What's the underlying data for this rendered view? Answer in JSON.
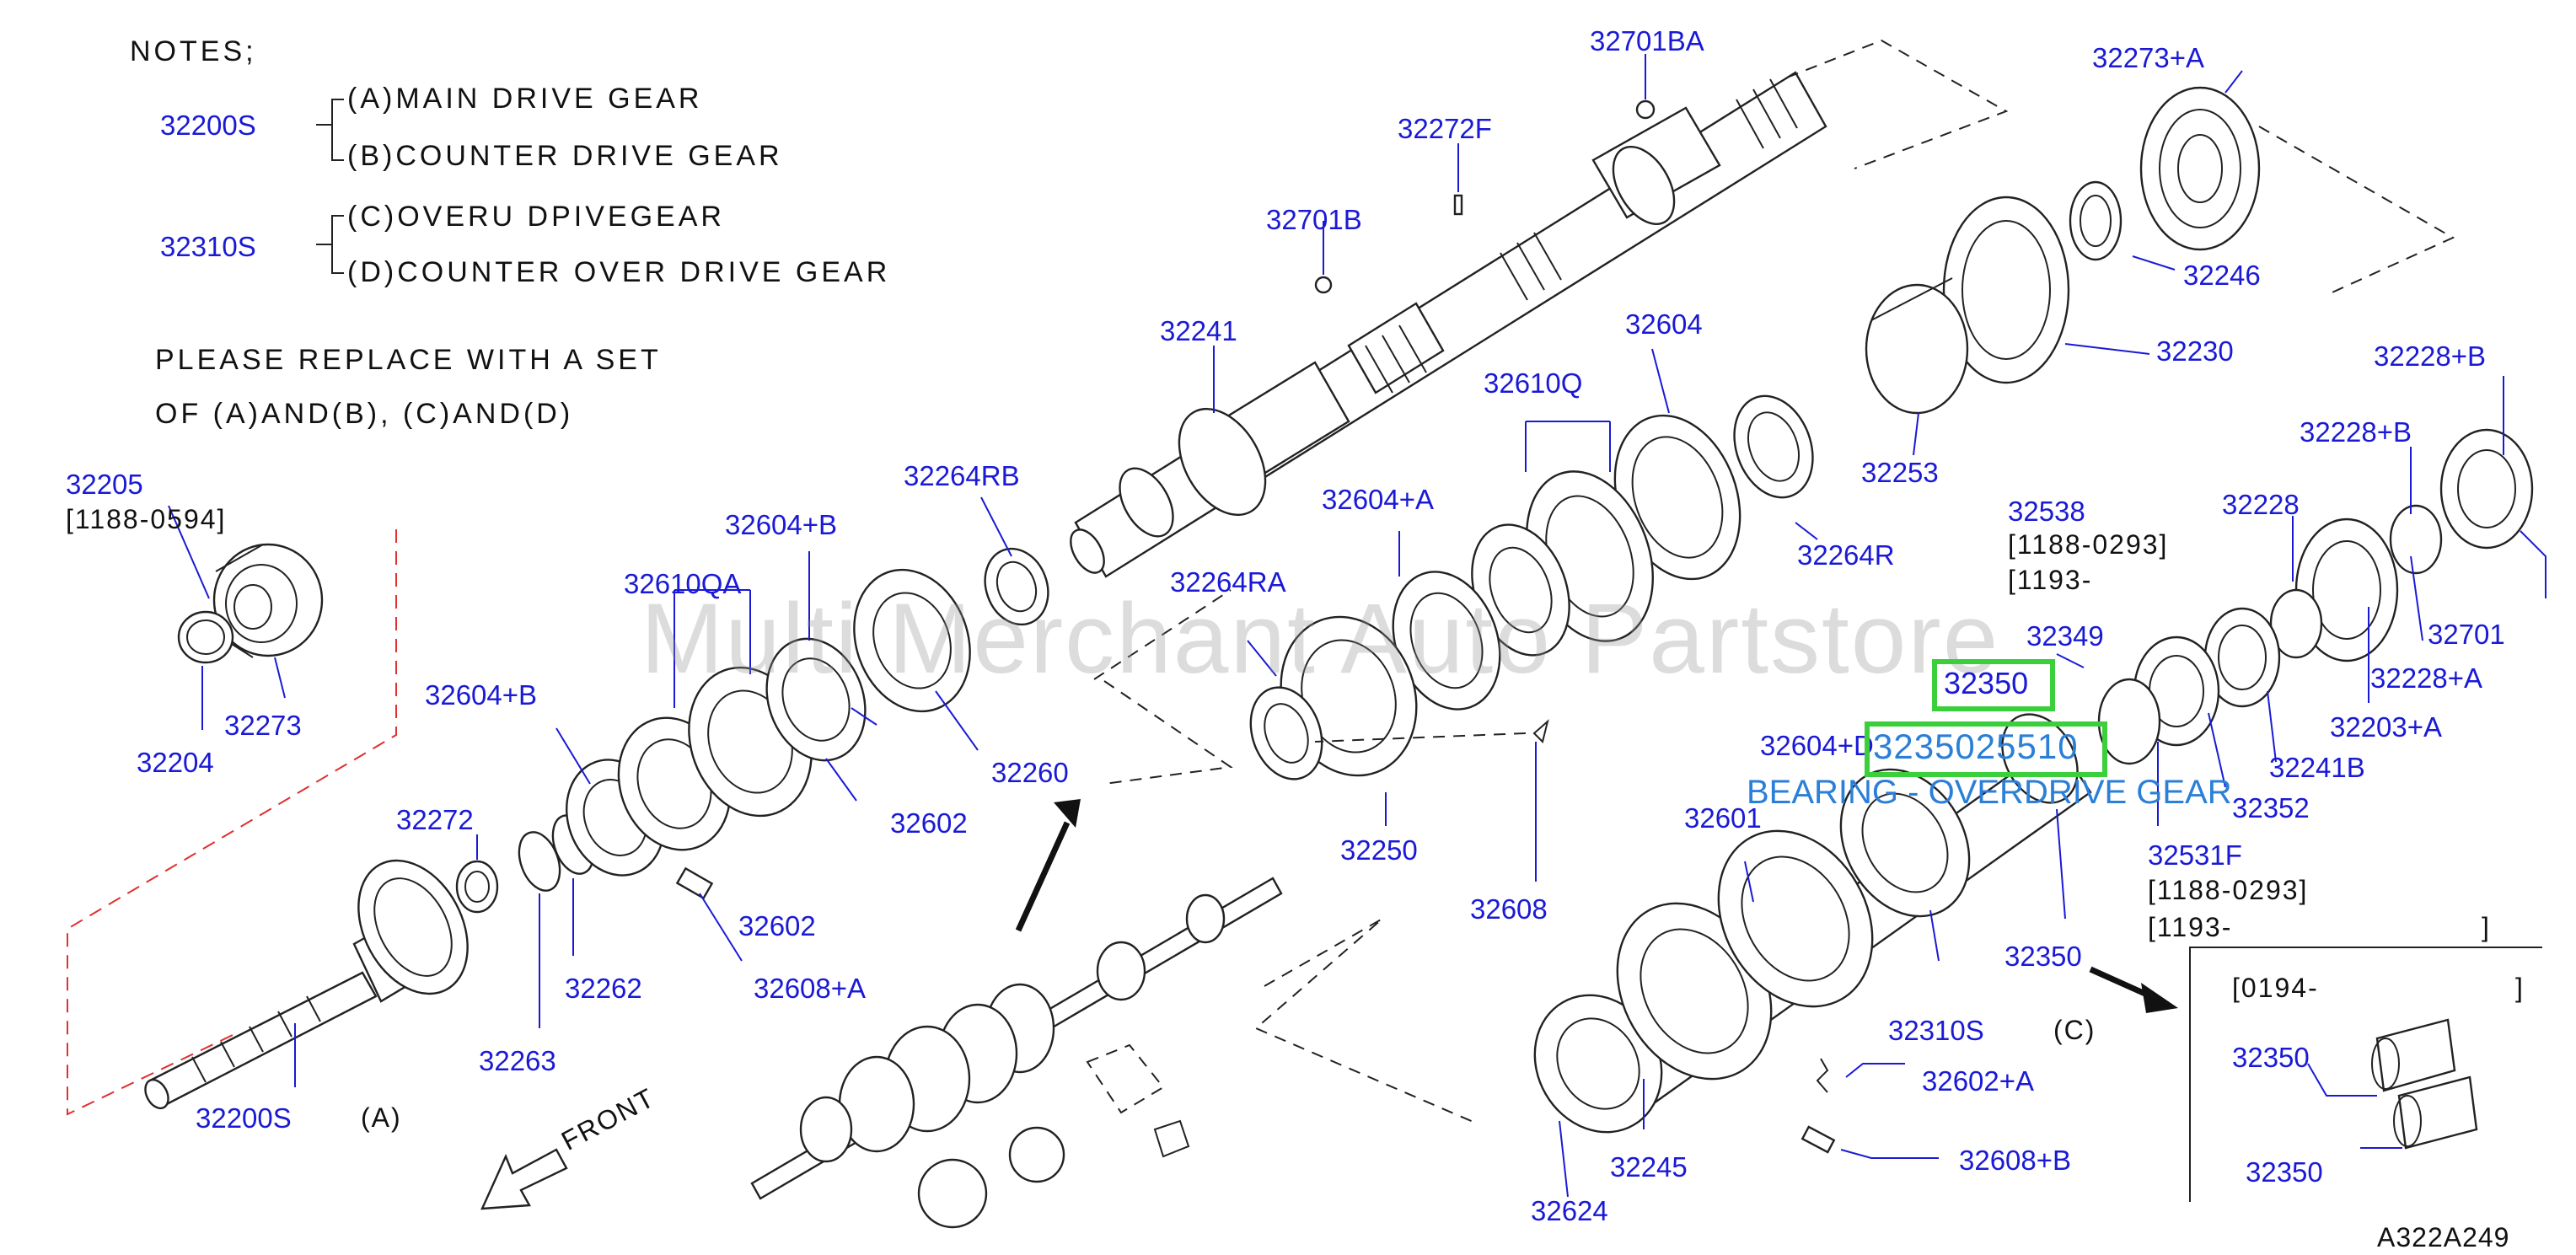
{
  "notes": {
    "heading": "NOTES;",
    "group1_code": "32200S",
    "group1_a": "(A)MAIN  DRIVE  GEAR",
    "group1_b": "(B)COUNTER  DRIVE  GEAR",
    "group2_code": "32310S",
    "group2_c": "(C)OVERU  DPIVEGEAR",
    "group2_d": "(D)COUNTER  OVER  DRIVE  GEAR",
    "replace_line1": "PLEASE  REPLACE  WITH  A  SET",
    "replace_line2": "OF  (A)AND(B),  (C)AND(D)"
  },
  "labels": {
    "p32205": "32205",
    "p32205_range": "[1188-0594]",
    "p32273a": "32273",
    "p32204": "32204",
    "p32604b_1": "32604+B",
    "p32272": "32272",
    "p32263": "32263",
    "p32262": "32262",
    "p32200s": "32200S",
    "mark_a": "(A)",
    "p32610qa": "32610QA",
    "p32604b_2": "32604+B",
    "p32264rb": "32264RB",
    "p32602_1": "32602",
    "p32602_2": "32602",
    "p32260": "32260",
    "p32608a": "32608+A",
    "front": "FRONT",
    "p32701ba": "32701BA",
    "p32272f": "32272F",
    "p32701b": "32701B",
    "p32241": "32241",
    "p32264ra": "32264RA",
    "p32604a": "32604+A",
    "p32610q": "32610Q",
    "p32604": "32604",
    "p32250": "32250",
    "p32608": "32608",
    "p32264r": "32264R",
    "p32273b": "32273+A",
    "p32246": "32246",
    "p32230": "32230",
    "p32253": "32253",
    "p32228b_1": "32228+B",
    "p32228b_2": "32228+B",
    "p32228": "32228",
    "p32538": "32538",
    "p32538_r1": "[1188-0293]",
    "p32538_r2": "[1193-",
    "p32349": "32349",
    "p32701": "32701",
    "p32228a": "32228+A",
    "p32203a": "32203+A",
    "p32241b": "32241B",
    "p32352": "32352",
    "p32604d": "32604+D",
    "p32601": "32601",
    "p32531f": "32531F",
    "p32531f_r1": "[1188-0293]",
    "p32531f_r2": "[1193-",
    "p32531f_r2_end": "]",
    "p32350_1": "32350",
    "p32310s": "32310S",
    "mark_c": "(C)",
    "p32602a": "32602+A",
    "p32608b": "32608+B",
    "p32245": "32245",
    "p32624": "32624",
    "inset_range": "[0194-",
    "inset_range_end": "]",
    "inset_32350_1": "32350",
    "inset_32350_2": "32350",
    "figure_id": "A322A249"
  },
  "highlight": {
    "small_code": "32350",
    "big_code": "3235025510",
    "description": "BEARING - OVERDRIVE GEAR"
  },
  "watermark": "Multi Merchant Auto Partstore",
  "colors": {
    "label_blue": "#1a1ad6",
    "highlight_green": "#3ccf3c",
    "highlight_text": "#2a7fd8",
    "dashed_red": "#e03030"
  }
}
